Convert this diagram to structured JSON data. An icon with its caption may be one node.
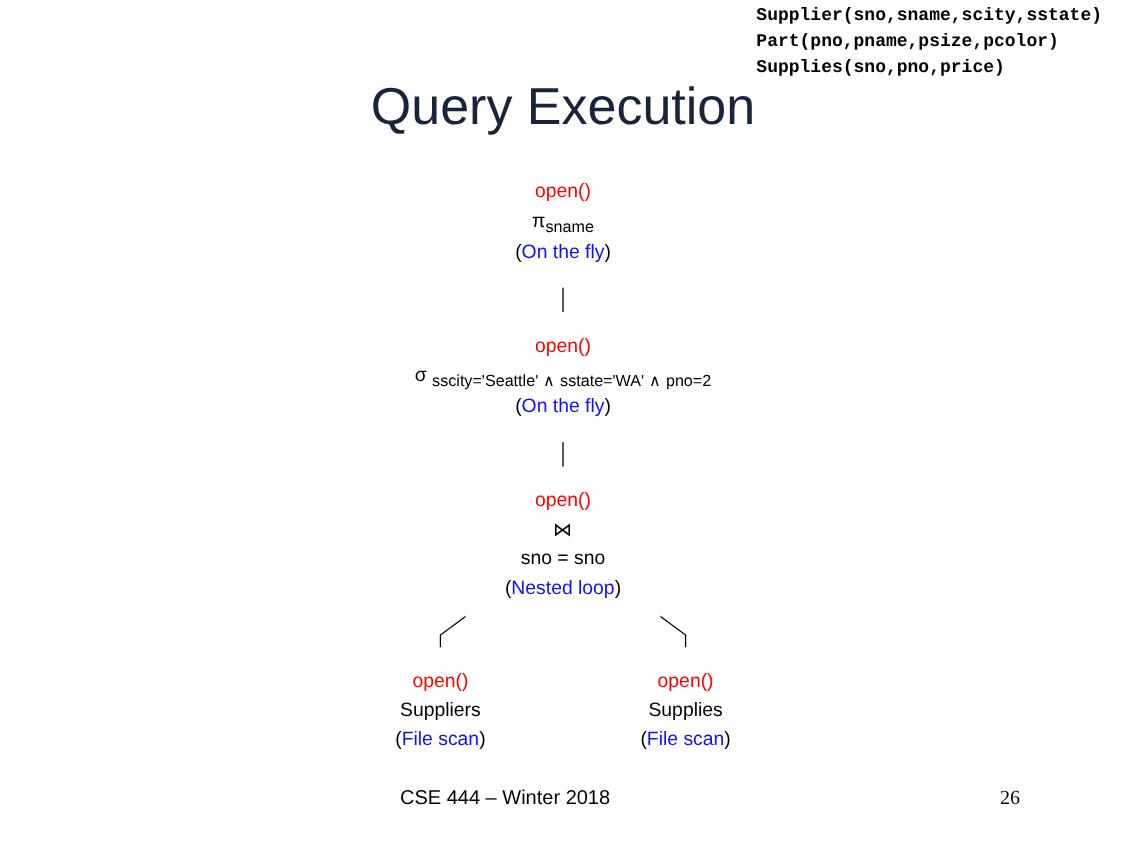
{
  "diagram": {
    "title": "Query Execution",
    "nodes": [
      {
        "text": [
          "open()",
          "π$_{sname}$",
          "(On the fly)"
        ]
      },
      {
        "text": [
          "open()",
          "σ $_{sscity='Seattle' ∧ sstate='WA' ∧ pno=2}$",
          "(On the fly)"
        ]
      },
      {
        "text": [
          "open()",
          "⋈",
          "sno = sno",
          "(Nested loop)"
        ]
      },
      {
        "text": [
          "open()",
          "Suppliers",
          "(File scan)"
        ]
      },
      {
        "text": [
          "open()",
          "Supplies",
          "(File scan)"
        ]
      }
    ],
    "edges": [
      {
        "from": 0,
        "to": 1,
        "arrow": "none"
      },
      {
        "from": 1,
        "to": 2,
        "arrow": "none"
      },
      {
        "from": 2,
        "to": 3,
        "arrow": "none"
      },
      {
        "from": 2,
        "to": 4,
        "arrow": "none"
      }
    ],
    "labels": [
      "Supplier(sno,sname,scity,sstate)",
      "Part(pno,pname,psize,pcolor)",
      "Supplies(sno,pno,price)",
      "26"
    ],
    "caption": "CSE 444 – Winter 2018"
  }
}
